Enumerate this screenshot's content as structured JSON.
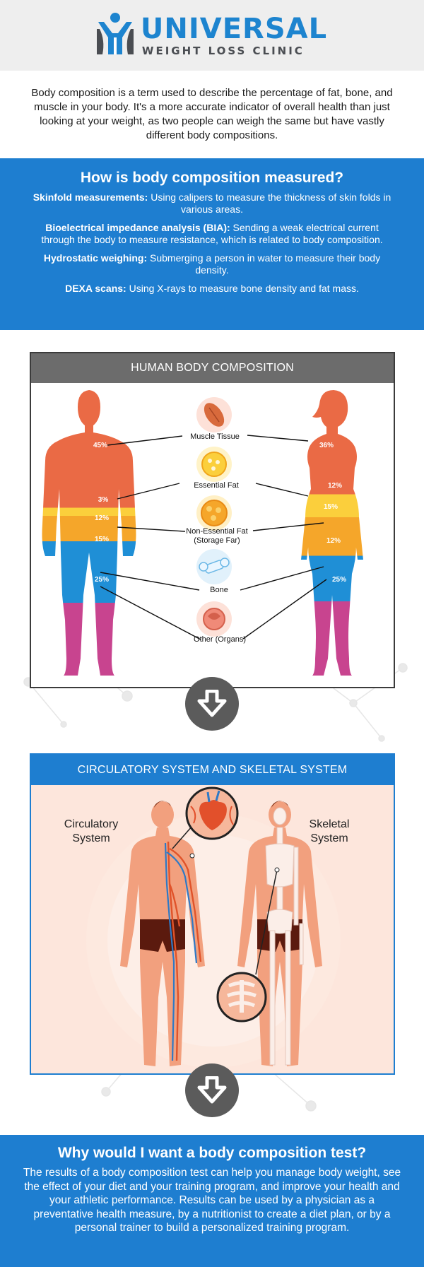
{
  "brand": {
    "name": "UNIVERSAL",
    "tagline": "WEIGHT LOSS CLINIC",
    "colors": {
      "blue": "#1d84cf",
      "gray": "#4a4d52"
    }
  },
  "intro": {
    "text": "Body composition is a term used to describe the percentage of fat, bone, and muscle in your body. It's a more accurate indicator of overall health than just looking at your weight, as two people can weigh the same but have vastly different body compositions."
  },
  "measured": {
    "title": "How is body composition measured?",
    "items": [
      {
        "term": "Skinfold measurements:",
        "desc": "Using calipers to measure the thickness of skin folds in various areas."
      },
      {
        "term": "Bioelectrical impedance analysis (BIA):",
        "desc": "Sending a weak electrical current through the body to measure resistance, which is related to body composition."
      },
      {
        "term": "Hydrostatic weighing:",
        "desc": "Submerging a person in water to measure their body density."
      },
      {
        "term": "DEXA scans:",
        "desc": "Using X-rays to measure bone density and fat mass."
      }
    ]
  },
  "composition": {
    "title": "HUMAN BODY COMPOSITION",
    "labels": {
      "muscle": "Muscle Tissue",
      "essential": "Essential Fat",
      "nonessential_1": "Non-Essential Fat",
      "nonessential_2": "(Storage Far)",
      "bone": "Bone",
      "other": "Other (Organs)"
    },
    "male": {
      "muscle": "45%",
      "essential": "3%",
      "nonessential": "12%",
      "bone": "15%",
      "other": "25%"
    },
    "female": {
      "muscle": "36%",
      "essential": "12%",
      "nonessential": "15%",
      "bone": "12%",
      "other": "25%"
    },
    "colors": {
      "muscle": "#ea6a45",
      "essential": "#fbcf3c",
      "nonessential": "#f5a62a",
      "bone": "#1f8fd6",
      "other": "#c8448f"
    }
  },
  "systems": {
    "title": "CIRCULATORY SYSTEM AND SKELETAL SYSTEM",
    "left_1": "Circulatory",
    "left_2": "System",
    "right_1": "Skeletal",
    "right_2": "System"
  },
  "why": {
    "title": "Why would I want a body composition test?",
    "text": "The results of a body composition test can help you manage body weight, see the effect of your diet and your training program, and improve your health and your athletic performance. Results can be used by a physician as a preventative health measure, by a nutritionist to create a diet plan, or by a personal trainer to build a personalized training program."
  }
}
